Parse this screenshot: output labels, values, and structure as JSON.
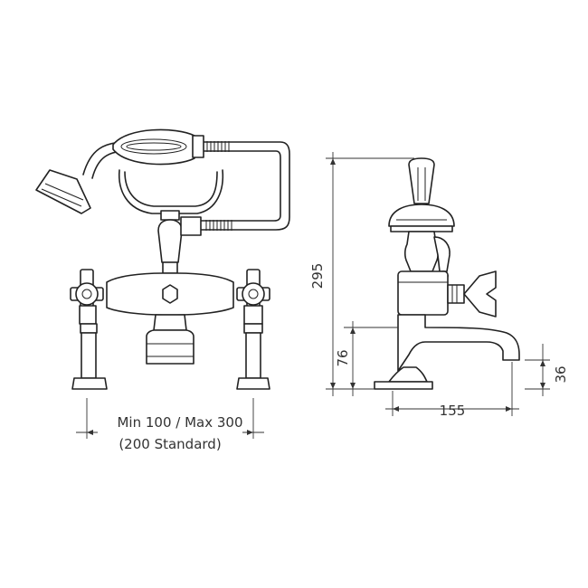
{
  "front_view": {
    "width_label_line1": "Min 100 / Max 300",
    "width_label_line2": "(200 Standard)"
  },
  "side_view": {
    "height_total": "295",
    "height_spout": "76",
    "spout_projection": "155",
    "spout_clearance": "36"
  }
}
